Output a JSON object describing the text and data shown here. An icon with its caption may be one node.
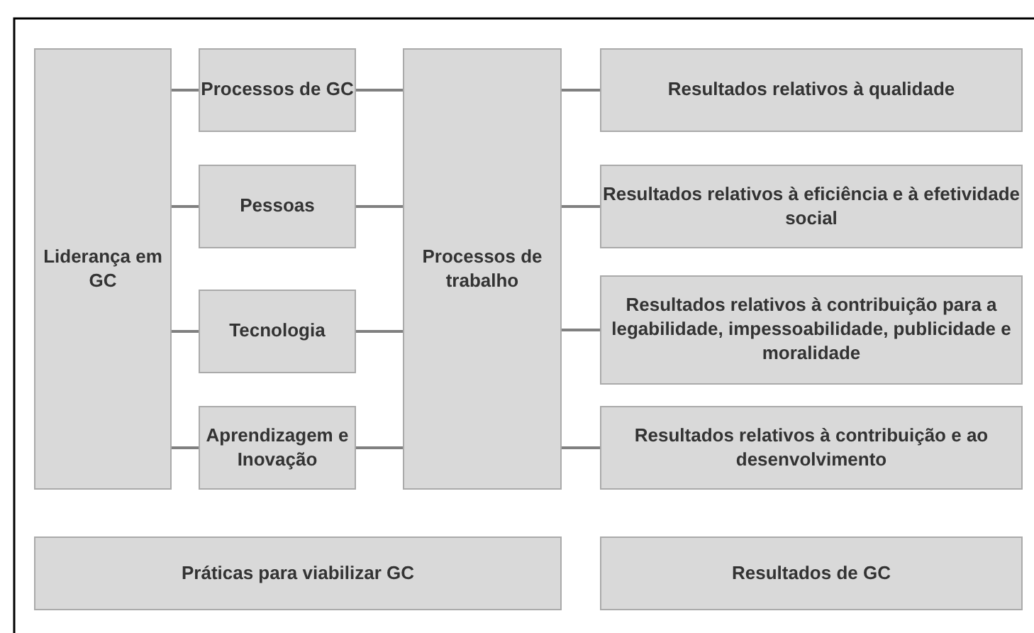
{
  "diagram": {
    "nodes": [
      {
        "text": [
          "Liderança em GC"
        ]
      },
      {
        "text": [
          "Processos de GC"
        ]
      },
      {
        "text": [
          "Pessoas"
        ]
      },
      {
        "text": [
          "Tecnologia"
        ]
      },
      {
        "text": [
          "Aprendizagem e Inovação"
        ]
      },
      {
        "text": [
          "Processos de trabalho"
        ]
      },
      {
        "text": [
          "Resultados relativos à qualidade"
        ]
      },
      {
        "text": [
          "Resultados relativos à eficiência e à efetividade social"
        ]
      },
      {
        "text": [
          "Resultados relativos à contribuição para a legabilidade, impessoabilidade, publicidade e moralidade"
        ]
      },
      {
        "text": [
          "Resultados relativos à contribuição e ao desenvolvimento"
        ]
      },
      {
        "text": [
          "Práticas para viabilizar GC"
        ]
      },
      {
        "text": [
          "Resultados de GC"
        ]
      }
    ],
    "edges": [
      {
        "from": 0,
        "to": 1,
        "arrow": "none"
      },
      {
        "from": 0,
        "to": 2,
        "arrow": "none"
      },
      {
        "from": 0,
        "to": 3,
        "arrow": "none"
      },
      {
        "from": 0,
        "to": 4,
        "arrow": "none"
      },
      {
        "from": 1,
        "to": 5,
        "arrow": "none"
      },
      {
        "from": 2,
        "to": 5,
        "arrow": "none"
      },
      {
        "from": 3,
        "to": 5,
        "arrow": "none"
      },
      {
        "from": 4,
        "to": 5,
        "arrow": "none"
      },
      {
        "from": 5,
        "to": 6,
        "arrow": "none"
      },
      {
        "from": 5,
        "to": 7,
        "arrow": "none"
      },
      {
        "from": 5,
        "to": 8,
        "arrow": "none"
      },
      {
        "from": 5,
        "to": 9,
        "arrow": "none"
      }
    ]
  }
}
